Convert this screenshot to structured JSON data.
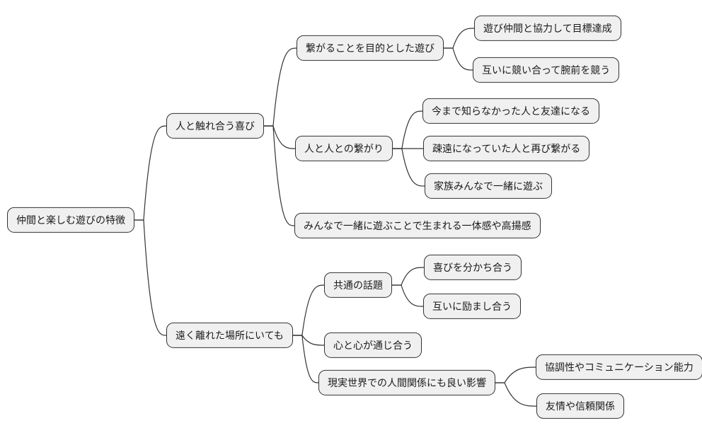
{
  "diagram": {
    "type": "mindmap",
    "colors": {
      "background": "#ffffff",
      "node_fill": "#f0f0f0",
      "node_border": "#333333",
      "edge": "#333333",
      "text": "#1a1a1a"
    },
    "nodes": {
      "root": {
        "label": "仲間と楽しむ遊びの特徴"
      },
      "joy": {
        "label": "人と触れ合う喜び"
      },
      "distant": {
        "label": "遠く離れた場所にいても"
      },
      "play_purpose": {
        "label": "繋がることを目的とした遊び"
      },
      "connections": {
        "label": "人と人との繋がり"
      },
      "unity": {
        "label": "みんなで一緒に遊ぶことで生まれる一体感や高揚感"
      },
      "coop": {
        "label": "遊び仲間と協力して目標達成"
      },
      "compete": {
        "label": "互いに競い合って腕前を競う"
      },
      "new_friends": {
        "label": "今まで知らなかった人と友達になる"
      },
      "reconnect": {
        "label": "疎遠になっていた人と再び繋がる"
      },
      "family": {
        "label": "家族みんなで一緒に遊ぶ"
      },
      "topics": {
        "label": "共通の話題"
      },
      "share_joy": {
        "label": "喜びを分かち合う"
      },
      "encourage": {
        "label": "互いに励まし合う"
      },
      "hearts": {
        "label": "心と心が通じ合う"
      },
      "real_world": {
        "label": "現実世界での人間関係にも良い影響"
      },
      "communication": {
        "label": "協調性やコミュニケーション能力"
      },
      "trust": {
        "label": "友情や信頼関係"
      }
    },
    "edges": [
      [
        "root",
        "joy"
      ],
      [
        "root",
        "distant"
      ],
      [
        "joy",
        "play_purpose"
      ],
      [
        "joy",
        "connections"
      ],
      [
        "joy",
        "unity"
      ],
      [
        "play_purpose",
        "coop"
      ],
      [
        "play_purpose",
        "compete"
      ],
      [
        "connections",
        "new_friends"
      ],
      [
        "connections",
        "reconnect"
      ],
      [
        "connections",
        "family"
      ],
      [
        "distant",
        "topics"
      ],
      [
        "distant",
        "hearts"
      ],
      [
        "distant",
        "real_world"
      ],
      [
        "topics",
        "share_joy"
      ],
      [
        "topics",
        "encourage"
      ],
      [
        "real_world",
        "communication"
      ],
      [
        "real_world",
        "trust"
      ]
    ]
  }
}
